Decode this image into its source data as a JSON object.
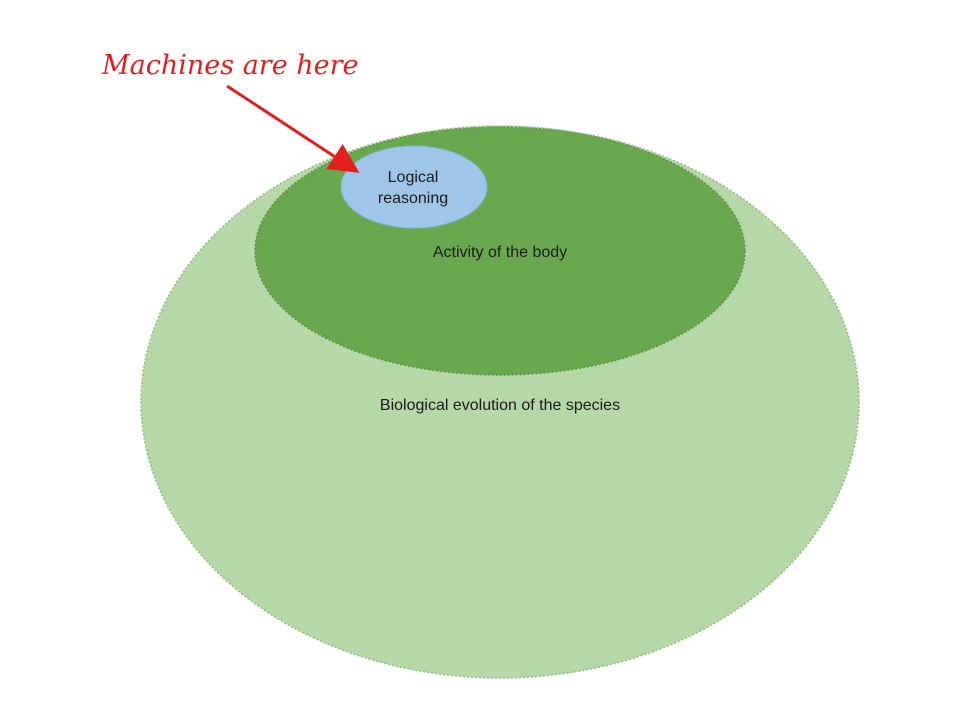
{
  "diagram": {
    "annotation": {
      "text": "Machines are here",
      "color": "#e21f1f"
    },
    "regions": {
      "species": {
        "label": "Biological evolution of the species",
        "fill": "#b6d7a8",
        "border": "#8fbf7d"
      },
      "body": {
        "label": "Activity of the body",
        "fill": "#6aa84f",
        "border": "#5d9447"
      },
      "reasoning": {
        "label_line1": "Logical",
        "label_line2": "reasoning",
        "fill": "#9fc5e8"
      }
    }
  }
}
